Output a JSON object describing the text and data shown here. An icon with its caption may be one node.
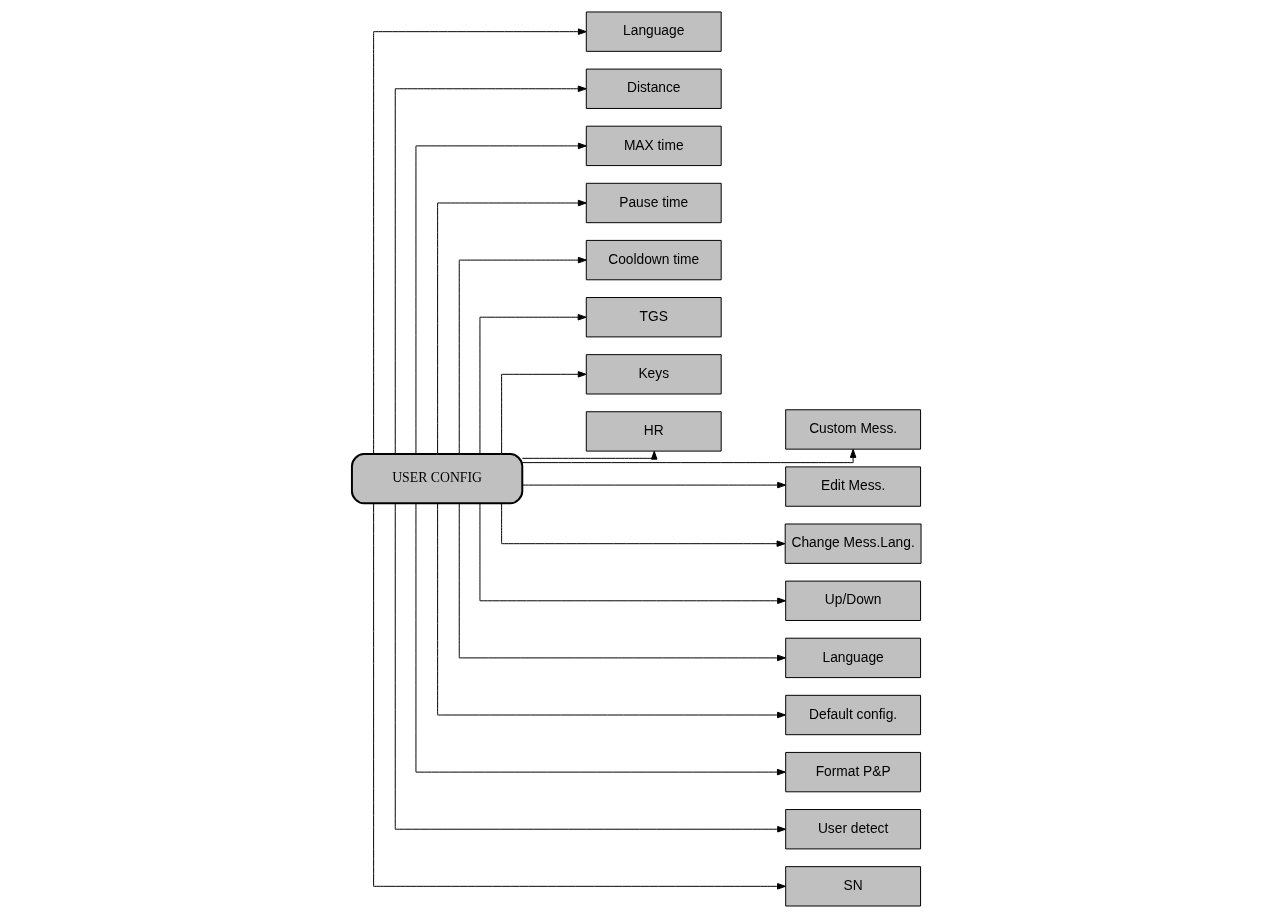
{
  "diagram": {
    "nodes": [
      {
        "text": [
          "USER CONFIG"
        ]
      },
      {
        "text": [
          "Language"
        ]
      },
      {
        "text": [
          "Distance"
        ]
      },
      {
        "text": [
          "MAX time"
        ]
      },
      {
        "text": [
          "Pause time"
        ]
      },
      {
        "text": [
          "Cooldown time"
        ]
      },
      {
        "text": [
          "TGS"
        ]
      },
      {
        "text": [
          "Keys"
        ]
      },
      {
        "text": [
          "HR"
        ]
      },
      {
        "text": [
          "Custom Mess."
        ]
      },
      {
        "text": [
          "Edit Mess."
        ]
      },
      {
        "text": [
          "Change Mess.Lang."
        ]
      },
      {
        "text": [
          "Up/Down"
        ]
      },
      {
        "text": [
          "Language"
        ]
      },
      {
        "text": [
          "Default config."
        ]
      },
      {
        "text": [
          "Format P&P"
        ]
      },
      {
        "text": [
          "User detect"
        ]
      },
      {
        "text": [
          "SN"
        ]
      }
    ],
    "edges": [
      {
        "from": 0,
        "to": 1,
        "arrow": "to"
      },
      {
        "from": 0,
        "to": 2,
        "arrow": "to"
      },
      {
        "from": 0,
        "to": 3,
        "arrow": "to"
      },
      {
        "from": 0,
        "to": 4,
        "arrow": "to"
      },
      {
        "from": 0,
        "to": 5,
        "arrow": "to"
      },
      {
        "from": 0,
        "to": 6,
        "arrow": "to"
      },
      {
        "from": 0,
        "to": 7,
        "arrow": "to"
      },
      {
        "from": 0,
        "to": 8,
        "arrow": "to"
      },
      {
        "from": 0,
        "to": 9,
        "arrow": "to"
      },
      {
        "from": 0,
        "to": 10,
        "arrow": "to"
      },
      {
        "from": 0,
        "to": 11,
        "arrow": "to"
      },
      {
        "from": 0,
        "to": 12,
        "arrow": "to"
      },
      {
        "from": 0,
        "to": 13,
        "arrow": "to"
      },
      {
        "from": 0,
        "to": 14,
        "arrow": "to"
      },
      {
        "from": 0,
        "to": 15,
        "arrow": "to"
      },
      {
        "from": 0,
        "to": 16,
        "arrow": "to"
      },
      {
        "from": 0,
        "to": 17,
        "arrow": "to"
      }
    ]
  }
}
